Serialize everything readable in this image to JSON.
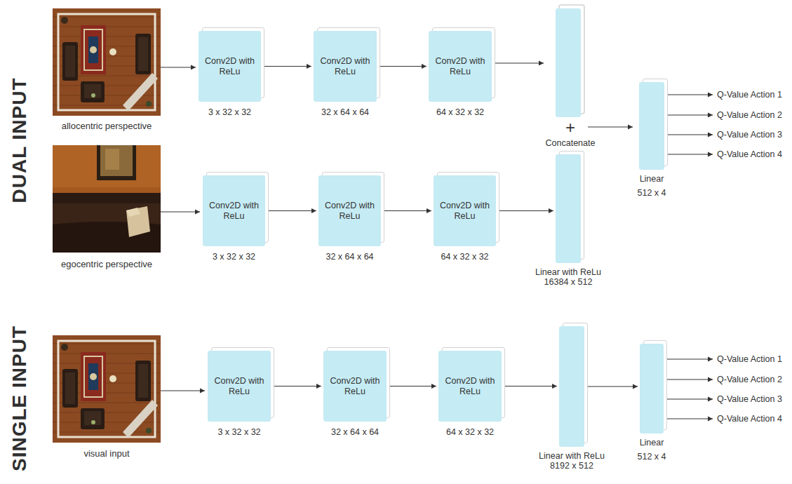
{
  "diagram": {
    "nodes": [
      {
        "text": [
          "Conv2D with ReLu",
          "3 x 32 x 32"
        ]
      },
      {
        "text": [
          "Conv2D with ReLu",
          "32 x 64 x 64"
        ]
      },
      {
        "text": [
          "Conv2D with ReLu",
          "64 x 32 x 32"
        ]
      },
      {
        "text": [
          "Linear",
          "512 x 4"
        ]
      },
      {
        "text": [
          "Conv2D with ReLu",
          "3 x 32 x 32"
        ]
      },
      {
        "text": [
          "Conv2D with ReLu",
          "32 x 64 x 64"
        ]
      },
      {
        "text": [
          "Conv2D with ReLu",
          "64 x 32 x 32"
        ]
      },
      {
        "text": [
          "Linear with ReLu",
          "16384 x 512"
        ]
      },
      {
        "text": [
          "Conv2D with ReLu",
          "3 x 32 x 32"
        ]
      },
      {
        "text": [
          "Conv2D with ReLu",
          "32 x 64 x 64"
        ]
      },
      {
        "text": [
          "Conv2D with ReLu",
          "64 x 32 x 32"
        ]
      },
      {
        "text": [
          "Linear with ReLu",
          "8192 x 512"
        ]
      },
      {
        "text": [
          "Linear",
          "512 x 4"
        ]
      }
    ],
    "edges": [
      {
        "from": 0,
        "to": 1,
        "arrow": "to"
      },
      {
        "from": 1,
        "to": 2,
        "arrow": "to"
      },
      {
        "from": 4,
        "to": 5,
        "arrow": "to"
      },
      {
        "from": 5,
        "to": 6,
        "arrow": "to"
      },
      {
        "from": 6,
        "to": 7,
        "arrow": "to"
      },
      {
        "from": 8,
        "to": 9,
        "arrow": "to"
      },
      {
        "from": 9,
        "to": 10,
        "arrow": "to"
      },
      {
        "from": 10,
        "to": 11,
        "arrow": "to"
      },
      {
        "from": 11,
        "to": 12,
        "arrow": "to"
      }
    ],
    "labels": [
      "DUAL INPUT",
      "allocentric perspective",
      "+",
      "Concatenate",
      "Q-Value Action 1",
      "Q-Value Action 2",
      "Q-Value Action 3",
      "Q-Value Action 4",
      "egocentric perspective",
      "SINGLE INPUT",
      "visual input",
      "Q-Value Action 1",
      "Q-Value Action 2",
      "Q-Value Action 3",
      "Q-Value Action 4"
    ]
  }
}
